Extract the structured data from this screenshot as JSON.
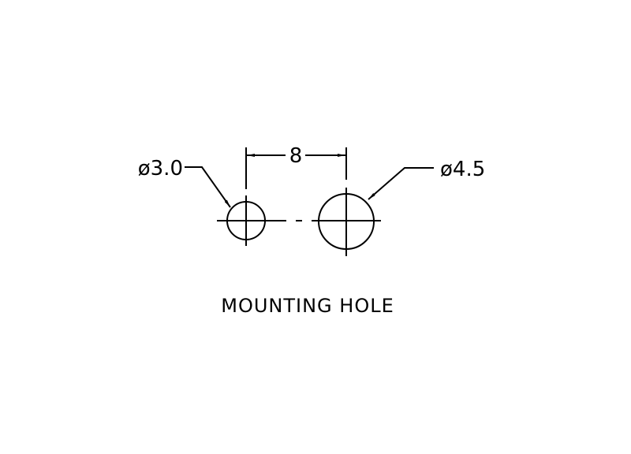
{
  "drawing": {
    "small_hole_label": "ø3.0",
    "large_hole_label": "ø4.5",
    "spacing_label": "8",
    "caption": "MOUNTING HOLE",
    "line_color": "#000000"
  }
}
